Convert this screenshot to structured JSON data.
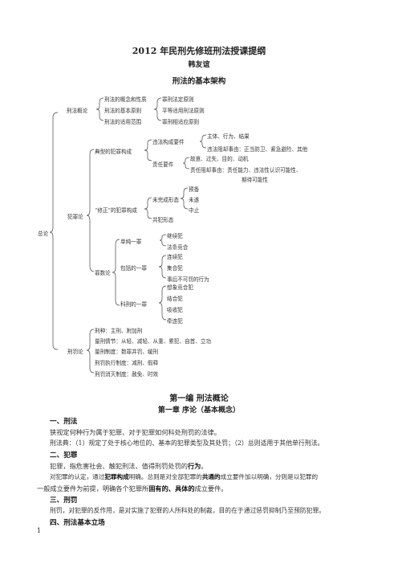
{
  "doc": {
    "title": "2012 年民刑先修班刑法授课提纲",
    "author": "韩友谊",
    "outline_title": "刑法的基本架构"
  },
  "tree": {
    "root": "总论",
    "xingfa_gailun": "刑法概论",
    "gailun_items": [
      "刑法的概念和性质",
      "刑法的基本原则",
      "刑法的适用范围"
    ],
    "principles": [
      "罪刑法定原则",
      "平等适用刑法原则",
      "罪刑相适应原则"
    ],
    "fanzui_lun": "犯罪论",
    "dianxing": "典型的犯罪构成",
    "weifa_yaojian": "违法构成要件",
    "weifa_items": [
      "主体、行为、结果",
      "违法阻却事由：正当防卫、紧急避险、其他"
    ],
    "zeren_yaojian": "责任要件",
    "zeren_items": [
      "故意、过失、目的、动机",
      "责任阻却事由：责任能力、违法性认识可能性、",
      "期待可能性"
    ],
    "xiuzheng": "“修正”的犯罪构成",
    "weiwancheng": "未完成形态",
    "weiwancheng_items": [
      "预备",
      "未遂",
      "中止"
    ],
    "gongfan": "共犯形态",
    "zuishu_lun": "罪数论",
    "danchun": "单纯一罪",
    "danchun_items": [
      "继续犯",
      "法条竞合"
    ],
    "baokuo": "包括的一罪",
    "baokuo_items": [
      "连续犯",
      "集合犯",
      "事后不可罚的行为"
    ],
    "kechu": "科刑的一罪",
    "kechu_items": [
      "想象竞合犯",
      "结合犯",
      "吸收犯",
      "牵连犯"
    ],
    "xingfa_lun": "刑罚论",
    "xingfa_items": [
      "刑种：主刑、附加刑",
      "量刑情节：从轻、减轻、从重、累犯、自首、立功",
      "量刑制度：数罪并罚、缓刑",
      "刑罚执行制度：减刑、假释",
      "刑罚消灭制度：赦免、时效"
    ]
  },
  "body": {
    "part_title": "第一编  刑法概论",
    "chapter_title": "第一章 序论（基本概念）",
    "s1_head": "一、刑法",
    "s1_p1": "狭视定何种行为属于犯罪、对于犯罪如何科处刑罚的法律。",
    "s1_p2": "刑法典：（1）规定了处于核心地位的、基本的犯罪类型及其处罚；（2）总则适用于其他单行刑法。",
    "s2_head": "二、犯罪",
    "s2_p1a": "犯罪，指危害社会、触犯刑法、值得刑罚处罚的",
    "s2_p1b": "行为",
    "s2_p1c": "。",
    "s2_p2a": "对犯罪的认定，通过",
    "s2_p2b": "犯罪构成",
    "s2_p2c": "明确。总则是对全部犯罪的",
    "s2_p2d": "共通的",
    "s2_p2e": "成立要件加以明确，分则是以犯罪的",
    "s2_p3a": "一般成立要件为前提，明确各个犯罪所",
    "s2_p3b": "固有的、具体的",
    "s2_p3c": "成立要件。",
    "s3_head": "三、刑罚",
    "s3_p1": "刑罚，对犯罪的反作用，是对实施了犯罪的人所科处的制裁，目的在于通过惩罚抑制乃至预防犯罪。",
    "s4_head": "四、刑法基本立场",
    "page_number": "1"
  }
}
